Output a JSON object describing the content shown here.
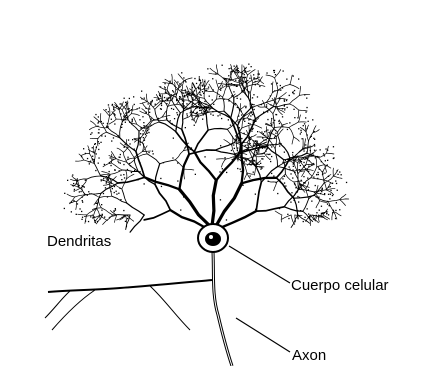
{
  "diagram": {
    "labels": {
      "dendrites": "Dendritas",
      "cell_body": "Cuerpo celular",
      "axon": "Axon"
    },
    "colors": {
      "ink": "#000000",
      "background": "#ffffff"
    }
  }
}
